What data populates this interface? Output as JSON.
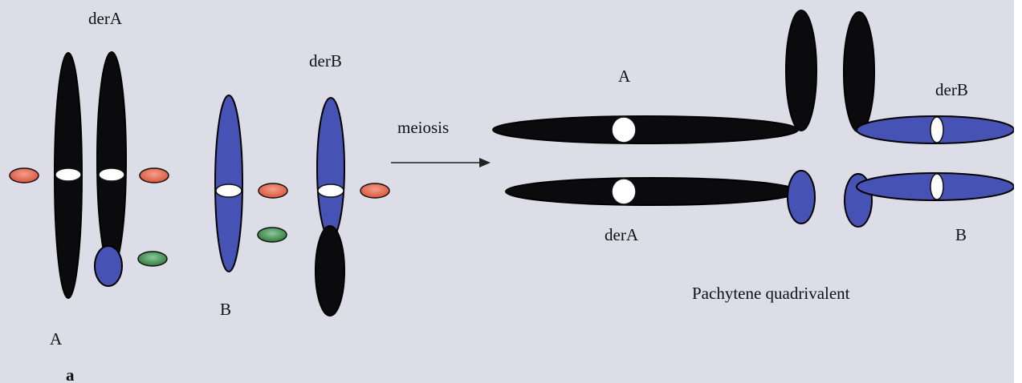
{
  "labels": {
    "derA_top": "derA",
    "derB_top": "derB",
    "A_bottom": "A",
    "B_bottom": "B",
    "panel": "a",
    "meiosis": "meiosis",
    "quad_A": "A",
    "quad_derB": "derB",
    "quad_derA": "derA",
    "quad_B": "B",
    "pachytene": "Pachytene quadrivalent"
  },
  "colors": {
    "background": "#dcdde7",
    "black_chromosome": "#0b0b0d",
    "blue_chromosome": "#4652b4",
    "centromere": "#ffffff",
    "red_marker": "#d9533b",
    "green_marker": "#3c8a46"
  }
}
